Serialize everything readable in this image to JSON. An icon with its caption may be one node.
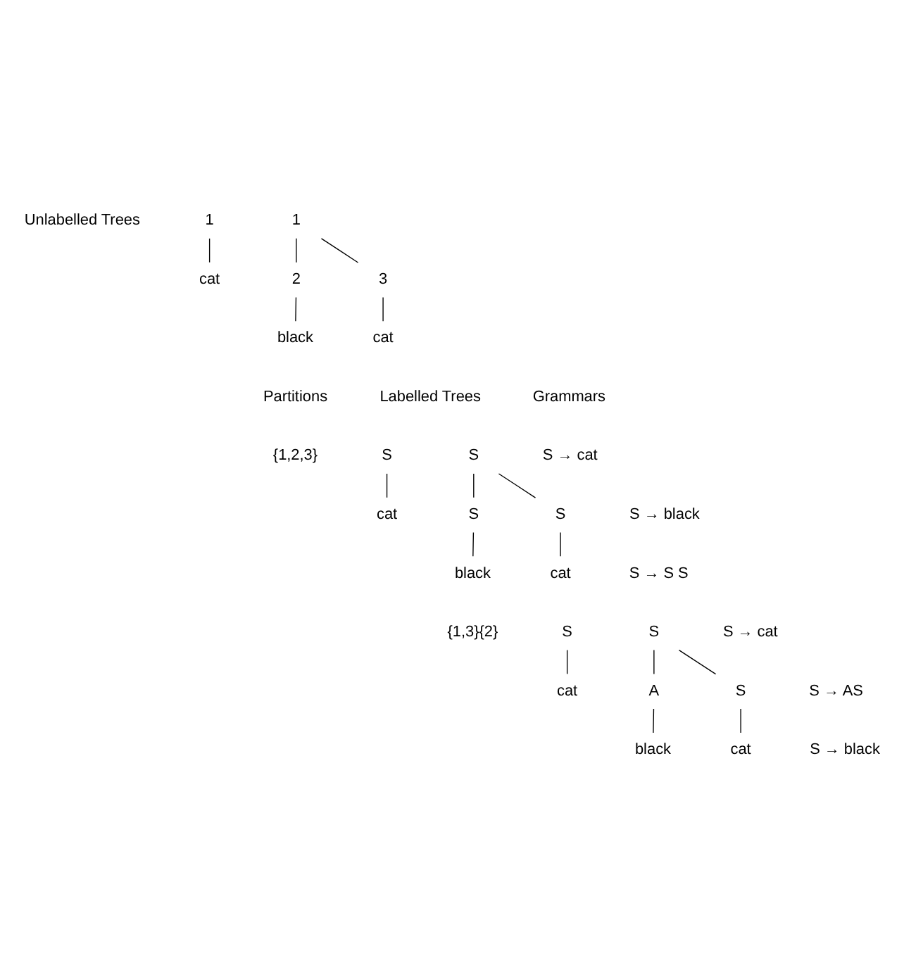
{
  "diagram": {
    "nodes": [
      {
        "text": [
          "1"
        ]
      },
      {
        "text": [
          "cat"
        ]
      },
      {
        "text": [
          "1"
        ]
      },
      {
        "text": [
          "2"
        ]
      },
      {
        "text": [
          "3"
        ]
      },
      {
        "text": [
          "black"
        ]
      },
      {
        "text": [
          "cat"
        ]
      },
      {
        "text": [
          "S"
        ]
      },
      {
        "text": [
          "cat"
        ]
      },
      {
        "text": [
          "S"
        ]
      },
      {
        "text": [
          "S"
        ]
      },
      {
        "text": [
          "S"
        ]
      },
      {
        "text": [
          "black"
        ]
      },
      {
        "text": [
          "cat"
        ]
      },
      {
        "text": [
          "S"
        ]
      },
      {
        "text": [
          "cat"
        ]
      },
      {
        "text": [
          "S"
        ]
      },
      {
        "text": [
          "A"
        ]
      },
      {
        "text": [
          "S"
        ]
      },
      {
        "text": [
          "black"
        ]
      },
      {
        "text": [
          "cat"
        ]
      }
    ],
    "edges": [
      {
        "from": 0,
        "to": 1,
        "arrow": "none"
      },
      {
        "from": 2,
        "to": 3,
        "arrow": "none"
      },
      {
        "from": 2,
        "to": 4,
        "arrow": "none"
      },
      {
        "from": 3,
        "to": 5,
        "arrow": "none"
      },
      {
        "from": 4,
        "to": 6,
        "arrow": "none"
      },
      {
        "from": 7,
        "to": 8,
        "arrow": "none"
      },
      {
        "from": 9,
        "to": 10,
        "arrow": "none"
      },
      {
        "from": 9,
        "to": 11,
        "arrow": "none"
      },
      {
        "from": 10,
        "to": 12,
        "arrow": "none"
      },
      {
        "from": 11,
        "to": 13,
        "arrow": "none"
      },
      {
        "from": 14,
        "to": 15,
        "arrow": "none"
      },
      {
        "from": 16,
        "to": 17,
        "arrow": "none"
      },
      {
        "from": 16,
        "to": 18,
        "arrow": "none"
      },
      {
        "from": 17,
        "to": 19,
        "arrow": "none"
      },
      {
        "from": 18,
        "to": 20,
        "arrow": "none"
      }
    ],
    "labels": [
      "Unlabelled Trees",
      "Partitions",
      "Labelled Trees",
      "Grammars",
      "{1,2,3}",
      "S → cat",
      "S → black",
      "S → S S",
      "{1,3}{2}",
      "S → cat",
      "S → AS",
      "S → black"
    ]
  }
}
